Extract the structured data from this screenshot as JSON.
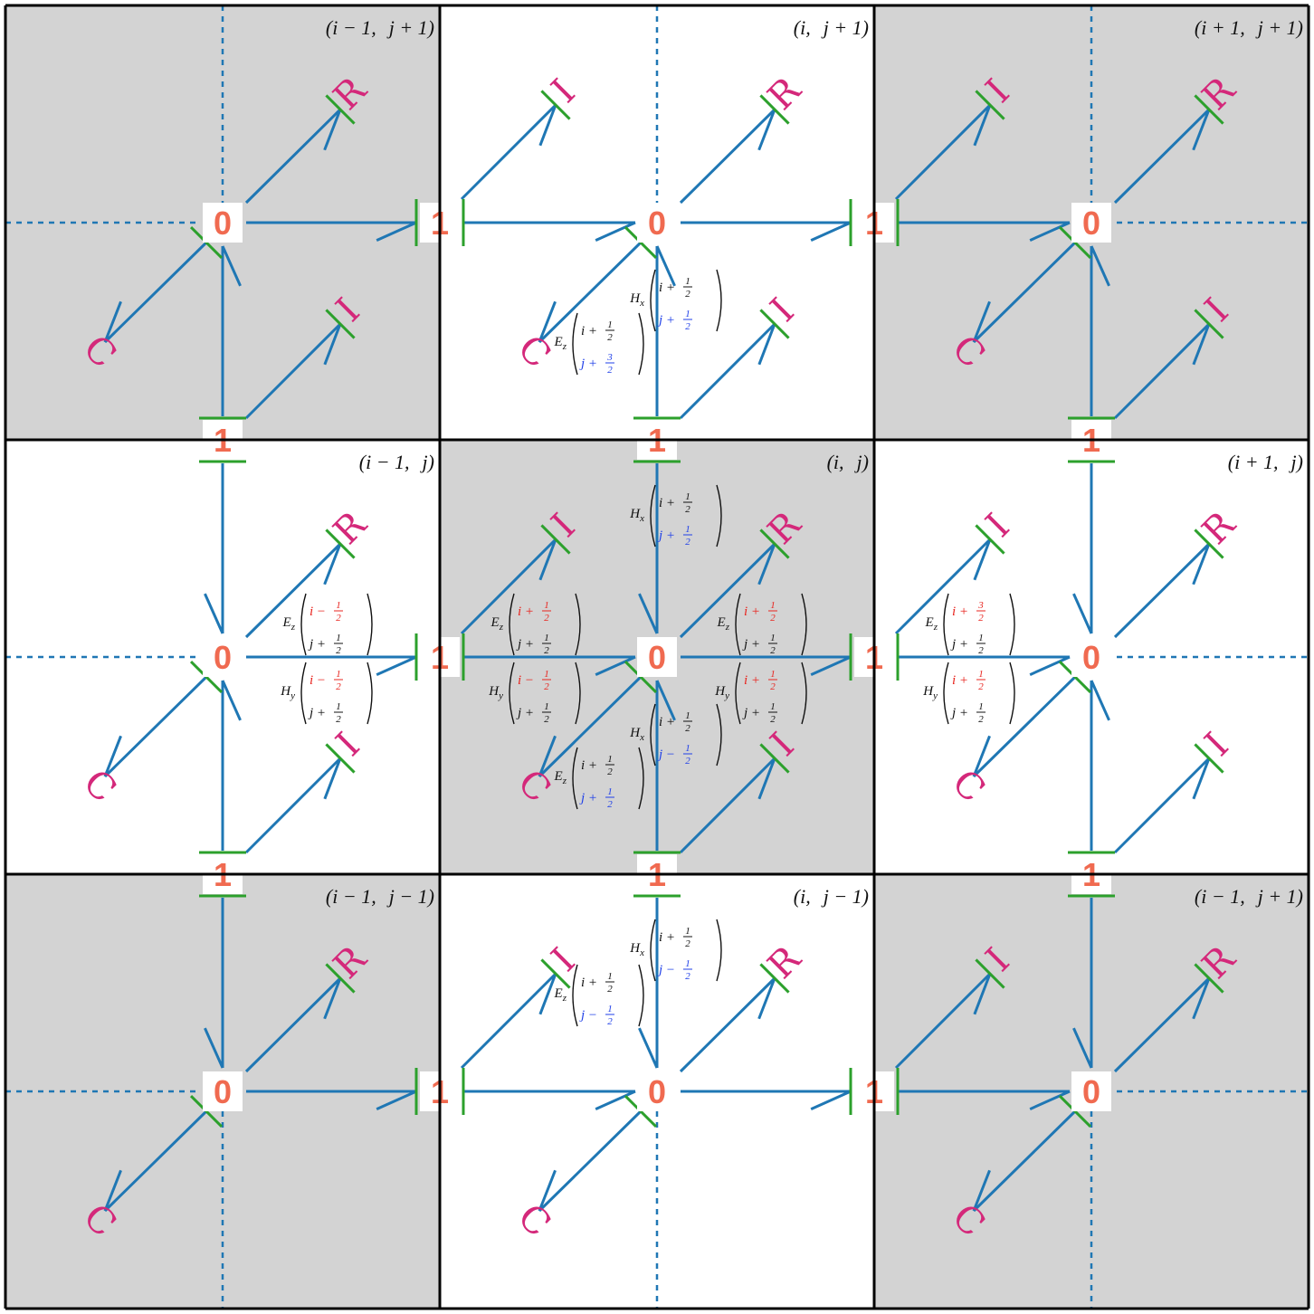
{
  "colors": {
    "bond": "#1f77b4",
    "stroke_mark": "#2ca02c",
    "node": "#f06a50",
    "element": "#d4287a",
    "shade": "#d3d3d3",
    "grid": "#000000",
    "red_index": "#e8251f",
    "blue_index": "#1f3fe8"
  },
  "cells": [
    {
      "row": 0,
      "col": 0,
      "shaded": true,
      "coord": [
        "(i − 1,",
        "j + 1)"
      ]
    },
    {
      "row": 0,
      "col": 1,
      "shaded": false,
      "coord": [
        "(i,",
        "j + 1)"
      ]
    },
    {
      "row": 0,
      "col": 2,
      "shaded": true,
      "coord": [
        "(i + 1,",
        "j + 1)"
      ]
    },
    {
      "row": 1,
      "col": 0,
      "shaded": false,
      "coord": [
        "(i − 1,",
        "j)"
      ]
    },
    {
      "row": 1,
      "col": 1,
      "shaded": true,
      "coord": [
        "(i,",
        "j)"
      ]
    },
    {
      "row": 1,
      "col": 2,
      "shaded": false,
      "coord": [
        "(i + 1,",
        "j)"
      ]
    },
    {
      "row": 2,
      "col": 0,
      "shaded": true,
      "coord": [
        "(i − 1,",
        "j − 1)"
      ]
    },
    {
      "row": 2,
      "col": 1,
      "shaded": false,
      "coord": [
        "(i,",
        "j − 1)"
      ]
    },
    {
      "row": 2,
      "col": 2,
      "shaded": true,
      "coord": [
        "(i − 1,",
        "j + 1)"
      ]
    }
  ],
  "node_labels": {
    "zero": "0",
    "one": "1"
  },
  "element_labels": {
    "C": "C",
    "R": "R",
    "I": "I"
  },
  "variables": {
    "Ez": "E",
    "Ez_sub": "z",
    "Hx": "H",
    "Hx_sub": "x",
    "Hy": "H",
    "Hy_sub": "y"
  },
  "field_labels": [
    {
      "cell": [
        0,
        1
      ],
      "slot": "ez-bottom",
      "var": "Ez",
      "top": [
        "i + ",
        "1",
        "2",
        "black"
      ],
      "bottom": [
        "j + ",
        "3",
        "2",
        "blue"
      ]
    },
    {
      "cell": [
        0,
        1
      ],
      "slot": "hx-bottom",
      "var": "Hx",
      "top": [
        "i + ",
        "1",
        "2",
        "black"
      ],
      "bottom": [
        "j + ",
        "1",
        "2",
        "blue"
      ]
    },
    {
      "cell": [
        1,
        0
      ],
      "slot": "ez-right",
      "var": "Ez",
      "top": [
        "i − ",
        "1",
        "2",
        "red"
      ],
      "bottom": [
        "j + ",
        "1",
        "2",
        "black"
      ]
    },
    {
      "cell": [
        1,
        0
      ],
      "slot": "hy-right",
      "var": "Hy",
      "top": [
        "i − ",
        "1",
        "2",
        "red"
      ],
      "bottom": [
        "j + ",
        "1",
        "2",
        "black"
      ]
    },
    {
      "cell": [
        1,
        1
      ],
      "slot": "hx-top",
      "var": "Hx",
      "top": [
        "i + ",
        "1",
        "2",
        "black"
      ],
      "bottom": [
        "j + ",
        "1",
        "2",
        "blue"
      ]
    },
    {
      "cell": [
        1,
        1
      ],
      "slot": "ez-left",
      "var": "Ez",
      "top": [
        "i + ",
        "1",
        "2",
        "red"
      ],
      "bottom": [
        "j + ",
        "1",
        "2",
        "black"
      ]
    },
    {
      "cell": [
        1,
        1
      ],
      "slot": "hy-left",
      "var": "Hy",
      "top": [
        "i − ",
        "1",
        "2",
        "red"
      ],
      "bottom": [
        "j + ",
        "1",
        "2",
        "black"
      ]
    },
    {
      "cell": [
        1,
        1
      ],
      "slot": "ez-right",
      "var": "Ez",
      "top": [
        "i + ",
        "1",
        "2",
        "red"
      ],
      "bottom": [
        "j + ",
        "1",
        "2",
        "black"
      ]
    },
    {
      "cell": [
        1,
        1
      ],
      "slot": "hy-right",
      "var": "Hy",
      "top": [
        "i + ",
        "1",
        "2",
        "red"
      ],
      "bottom": [
        "j + ",
        "1",
        "2",
        "black"
      ]
    },
    {
      "cell": [
        1,
        1
      ],
      "slot": "hx-bottom",
      "var": "Hx",
      "top": [
        "i + ",
        "1",
        "2",
        "black"
      ],
      "bottom": [
        "j − ",
        "1",
        "2",
        "blue"
      ]
    },
    {
      "cell": [
        1,
        1
      ],
      "slot": "ez-bottom",
      "var": "Ez",
      "top": [
        "i + ",
        "1",
        "2",
        "black"
      ],
      "bottom": [
        "j + ",
        "1",
        "2",
        "blue"
      ]
    },
    {
      "cell": [
        1,
        2
      ],
      "slot": "ez-left",
      "var": "Ez",
      "top": [
        "i + ",
        "3",
        "2",
        "red"
      ],
      "bottom": [
        "j + ",
        "1",
        "2",
        "black"
      ]
    },
    {
      "cell": [
        1,
        2
      ],
      "slot": "hy-left",
      "var": "Hy",
      "top": [
        "i + ",
        "1",
        "2",
        "red"
      ],
      "bottom": [
        "j + ",
        "1",
        "2",
        "black"
      ]
    },
    {
      "cell": [
        2,
        1
      ],
      "slot": "hx-top",
      "var": "Hx",
      "top": [
        "i + ",
        "1",
        "2",
        "black"
      ],
      "bottom": [
        "j − ",
        "1",
        "2",
        "blue"
      ]
    },
    {
      "cell": [
        2,
        1
      ],
      "slot": "ez-top",
      "var": "Ez",
      "top": [
        "i + ",
        "1",
        "2",
        "black"
      ],
      "bottom": [
        "j − ",
        "1",
        "2",
        "blue"
      ]
    }
  ]
}
